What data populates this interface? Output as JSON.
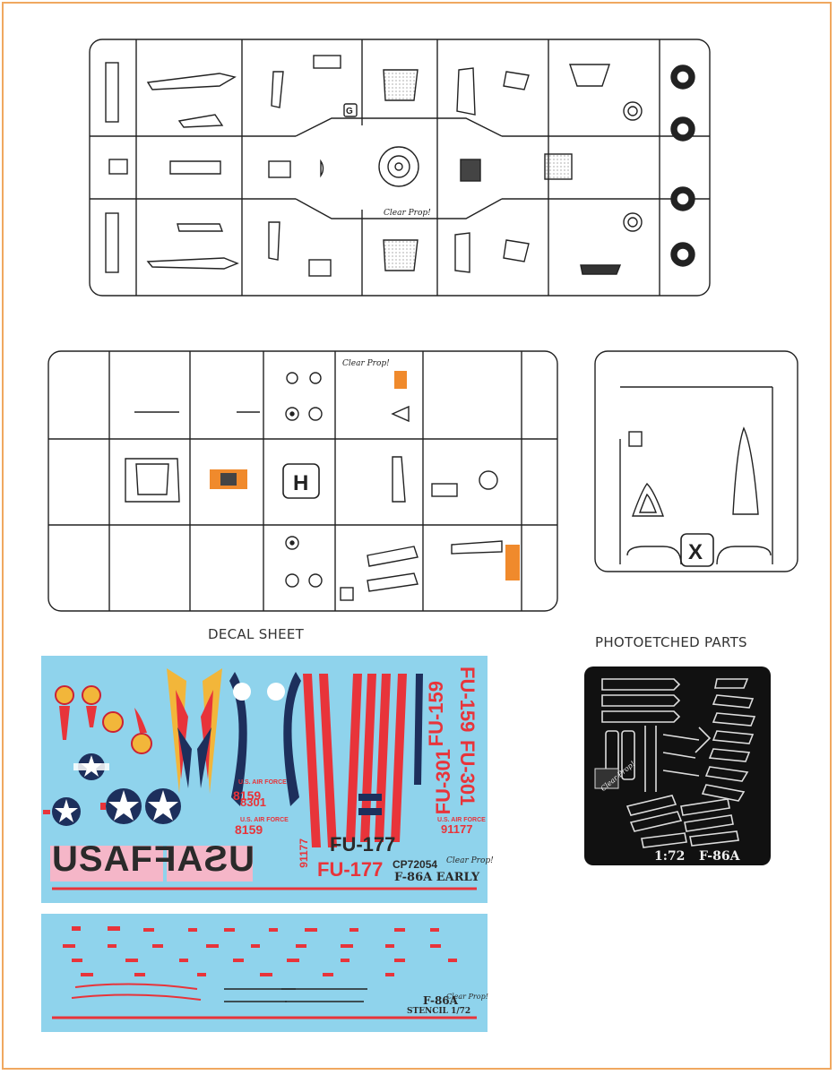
{
  "labels": {
    "decal_sheet": "DECAL SHEET",
    "photoetched_parts": "PHOTOETCHED PARTS"
  },
  "sprue_letters": {
    "h": "H",
    "x": "X",
    "g": "G"
  },
  "logo_text": "Clear Prop!",
  "decal_main": {
    "usaf_left": "USAF",
    "usaf_right": "USAF",
    "code_fu159": "FU-159",
    "code_fu301": "FU-301",
    "code_fu177": "FU-177",
    "serial_8159": "8159",
    "serial_8301": "8301",
    "serial_91177": "91177",
    "us_air_force": "U.S. AIR FORCE",
    "kit_code": "CP72054",
    "title": "F-86A EARLY"
  },
  "decal_stencil": {
    "title": "F-86A",
    "subtitle": "STENCIL 1/72"
  },
  "photoetch": {
    "scale": "1:72",
    "model": "F-86A"
  },
  "colors": {
    "decal_bg": "#8fd3ec",
    "red": "#e8343a",
    "navy": "#1d2f5c",
    "pink": "#f5b6c8",
    "orange": "#f08a2c",
    "frame": "#f0a860"
  }
}
